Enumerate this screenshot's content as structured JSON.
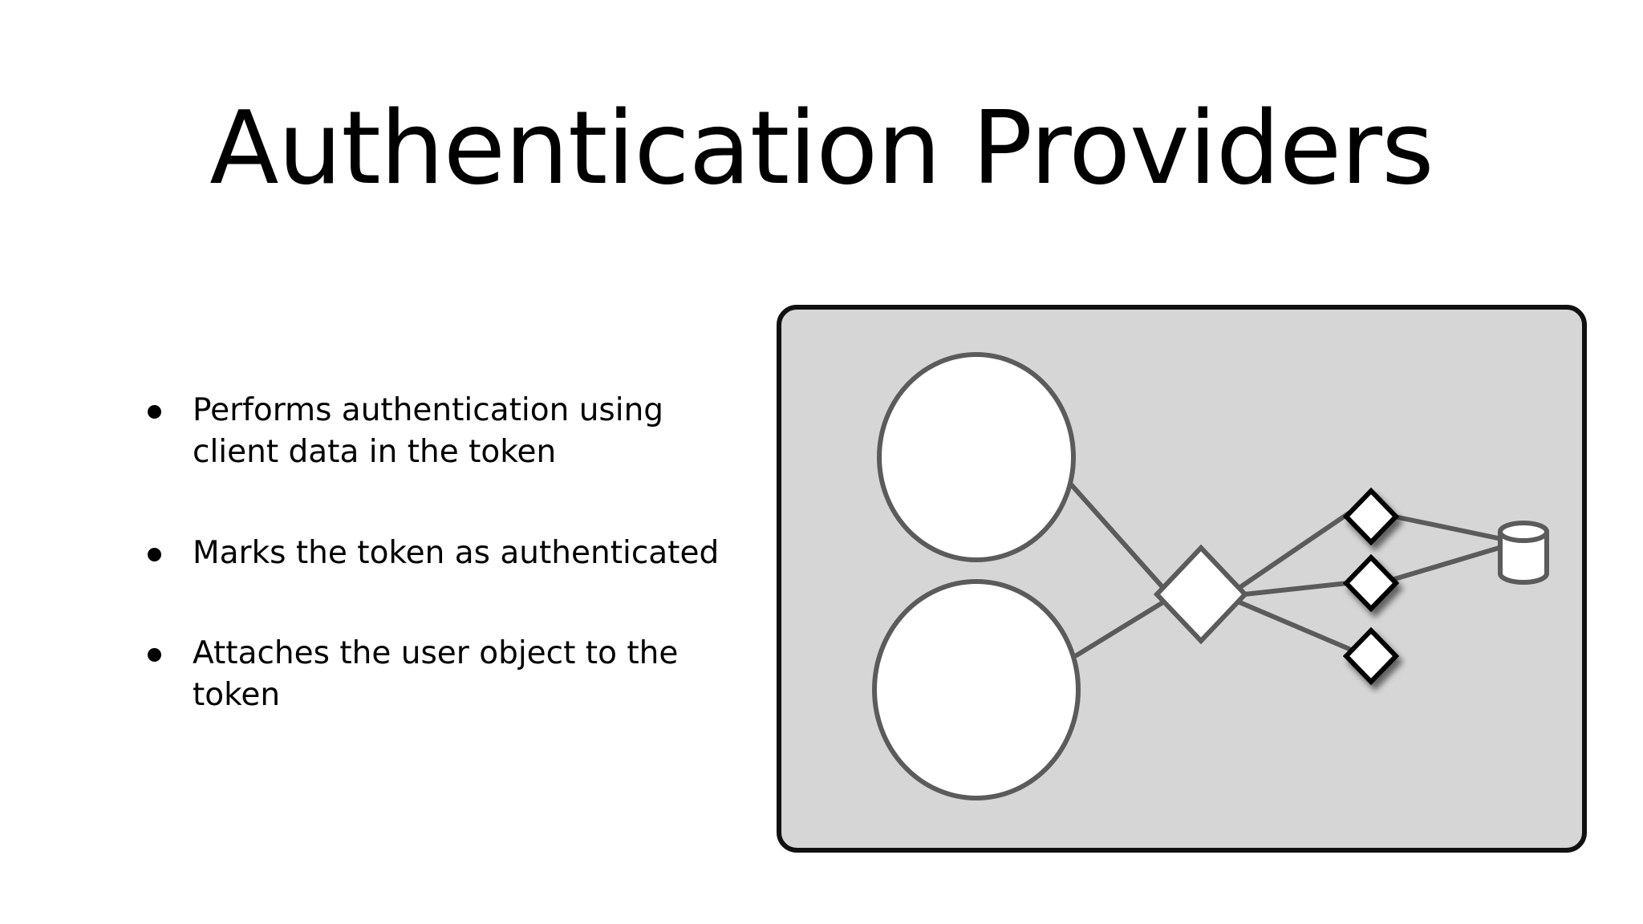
{
  "slide": {
    "title": "Authentication Providers",
    "bullets": [
      "Performs authentication using client data in the token",
      "Marks the token as authenticated",
      "Attaches the user object to the token"
    ]
  },
  "diagram": {
    "nodes": [
      {
        "id": "circle-top",
        "shape": "circle"
      },
      {
        "id": "circle-bottom",
        "shape": "circle"
      },
      {
        "id": "hub",
        "shape": "diamond"
      },
      {
        "id": "provider-1",
        "shape": "diamond"
      },
      {
        "id": "provider-2",
        "shape": "diamond"
      },
      {
        "id": "provider-3",
        "shape": "diamond"
      },
      {
        "id": "datastore",
        "shape": "cylinder"
      }
    ],
    "edges": [
      [
        "circle-top",
        "hub"
      ],
      [
        "circle-bottom",
        "hub"
      ],
      [
        "hub",
        "provider-1"
      ],
      [
        "hub",
        "provider-2"
      ],
      [
        "hub",
        "provider-3"
      ],
      [
        "provider-1",
        "datastore"
      ],
      [
        "provider-2",
        "datastore"
      ]
    ],
    "colors": {
      "panel_fill": "#d6d6d6",
      "panel_border": "#111111",
      "line": "#5b5b5b",
      "node_fill": "#ffffff"
    }
  }
}
